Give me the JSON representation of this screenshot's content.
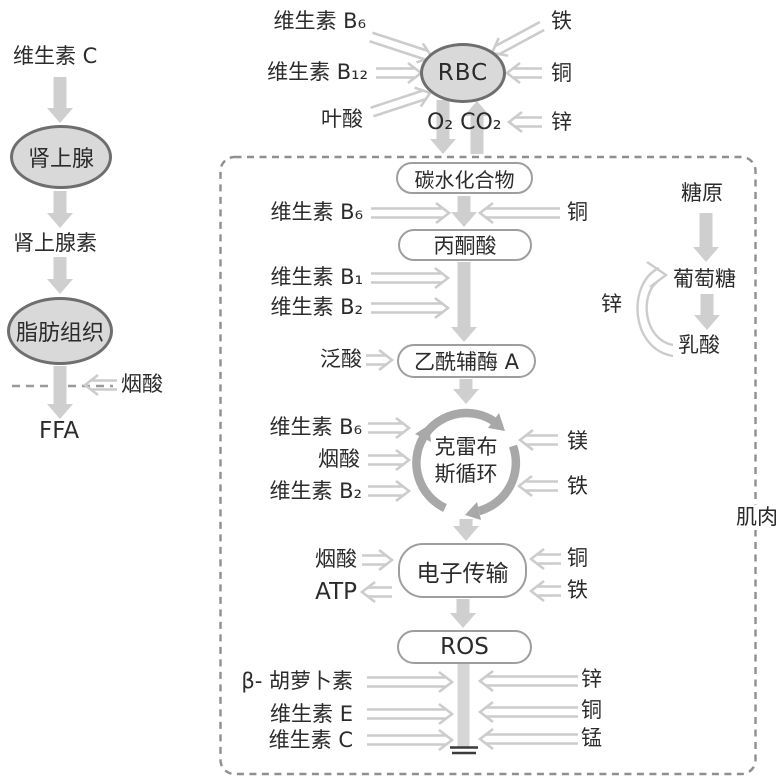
{
  "colors": {
    "background": "#ffffff",
    "ellipse_fill": "#d9d9d9",
    "ellipse_stroke": "#6e6e6e",
    "box_stroke": "#9e9e9e",
    "thick_arrow": "#cfcfcf",
    "hollow_arrow": "#cccccc",
    "dashed_border": "#8f8f8f",
    "text": "#2b2b2b",
    "krebs_arc": "#a8a8a8",
    "terminator": "#3a3a3a",
    "bar": "#d6d6d6"
  },
  "left": {
    "vitamin_c": "维生素 C",
    "adrenal": "肾上腺",
    "adrenaline": "肾上腺素",
    "fat": "脂肪组织",
    "niacin": "烟酸",
    "ffa": "FFA"
  },
  "top": {
    "b6": "维生素 B₆",
    "b12": "维生素 B₁₂",
    "folate": "叶酸",
    "rbc": "RBC",
    "iron": "铁",
    "copper": "铜",
    "zinc": "锌",
    "gases": "O₂ CO₂"
  },
  "muscle": {
    "label": "肌肉",
    "carb": "碳水化合物",
    "pyruvate": "丙酮酸",
    "acetyl": "乙酰辅酶 A",
    "krebs1": "克雷布",
    "krebs2": "斯循环",
    "et": "电子传输",
    "ros": "ROS",
    "glycogen": "糖原",
    "glucose": "葡萄糖",
    "lactate": "乳酸",
    "in": {
      "b6g": "维生素 B₆",
      "cug": "铜",
      "b1": "维生素 B₁",
      "b2": "维生素 B₂",
      "pant": "泛酸",
      "b6k": "维生素 B₆",
      "niak": "烟酸",
      "b2k": "维生素 B₂",
      "mg": "镁",
      "fek": "铁",
      "niae": "烟酸",
      "atp": "ATP",
      "cue": "铜",
      "fee": "铁",
      "zn": "锌",
      "beta": "β- 胡萝卜素",
      "vite": "维生素 E",
      "vitc": "维生素 C",
      "znr": "锌",
      "cur": "铜",
      "mnr": "锰"
    }
  }
}
